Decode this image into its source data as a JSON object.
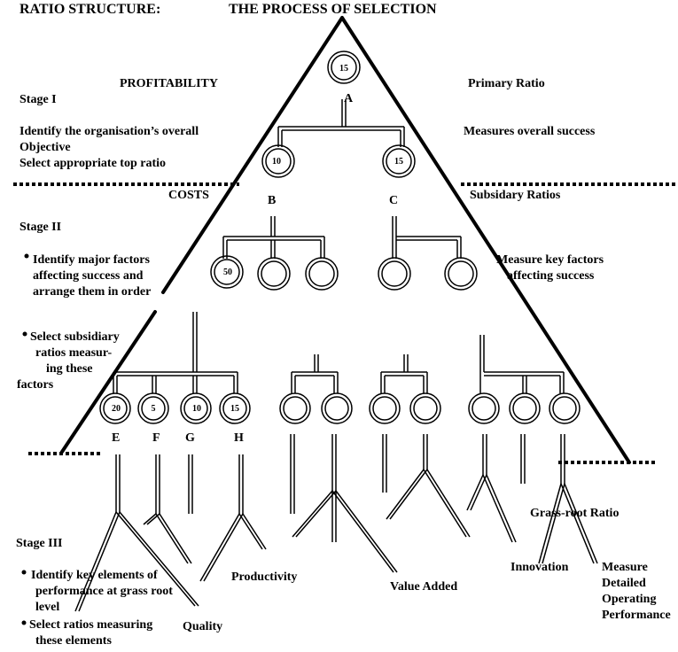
{
  "header": {
    "left_title": "RATIO STRUCTURE:",
    "right_title": "THE PROCESS OF SELECTION"
  },
  "stage1": {
    "label": "Stage I",
    "category": "PROFITABILITY",
    "lines": [
      "Identify the organisation’s overall",
      "Objective",
      "Select appropriate top ratio"
    ],
    "right_heading": "Primary Ratio",
    "right_desc": "Measures overall success"
  },
  "stage2": {
    "label": "Stage II",
    "category": "COSTS",
    "right_heading": "Subsidary Ratios",
    "bullet1": [
      "Identify major factors",
      "affecting success and",
      "arrange them in order"
    ],
    "bullet2": [
      "Select subsidiary",
      "ratios measur-",
      "ing these",
      "factors"
    ],
    "right_desc": [
      "Measure key factors",
      "affecting success"
    ]
  },
  "stage3": {
    "label": "Stage III",
    "bullet1": [
      "Identify key elements of",
      "performance at grass root",
      "level"
    ],
    "bullet2": [
      "Select ratios measuring",
      "these elements"
    ],
    "right_heading": "Grass-root Ratio"
  },
  "nodes": {
    "A": "A",
    "B": "B",
    "C": "C",
    "E": "E",
    "F": "F",
    "G": "G",
    "H": "H"
  },
  "node_values": {
    "top": "15",
    "b_parent": "10",
    "c_parent": "15",
    "b1": "50",
    "e": "20",
    "f": "5",
    "g": "10",
    "h": "15"
  },
  "outcomes": {
    "quality": "Quality",
    "productivity": "Productivity",
    "value_added": "Value Added",
    "innovation": "Innovation",
    "detailed": [
      "Measure",
      "Detailed",
      "Operating",
      "Performance"
    ]
  }
}
